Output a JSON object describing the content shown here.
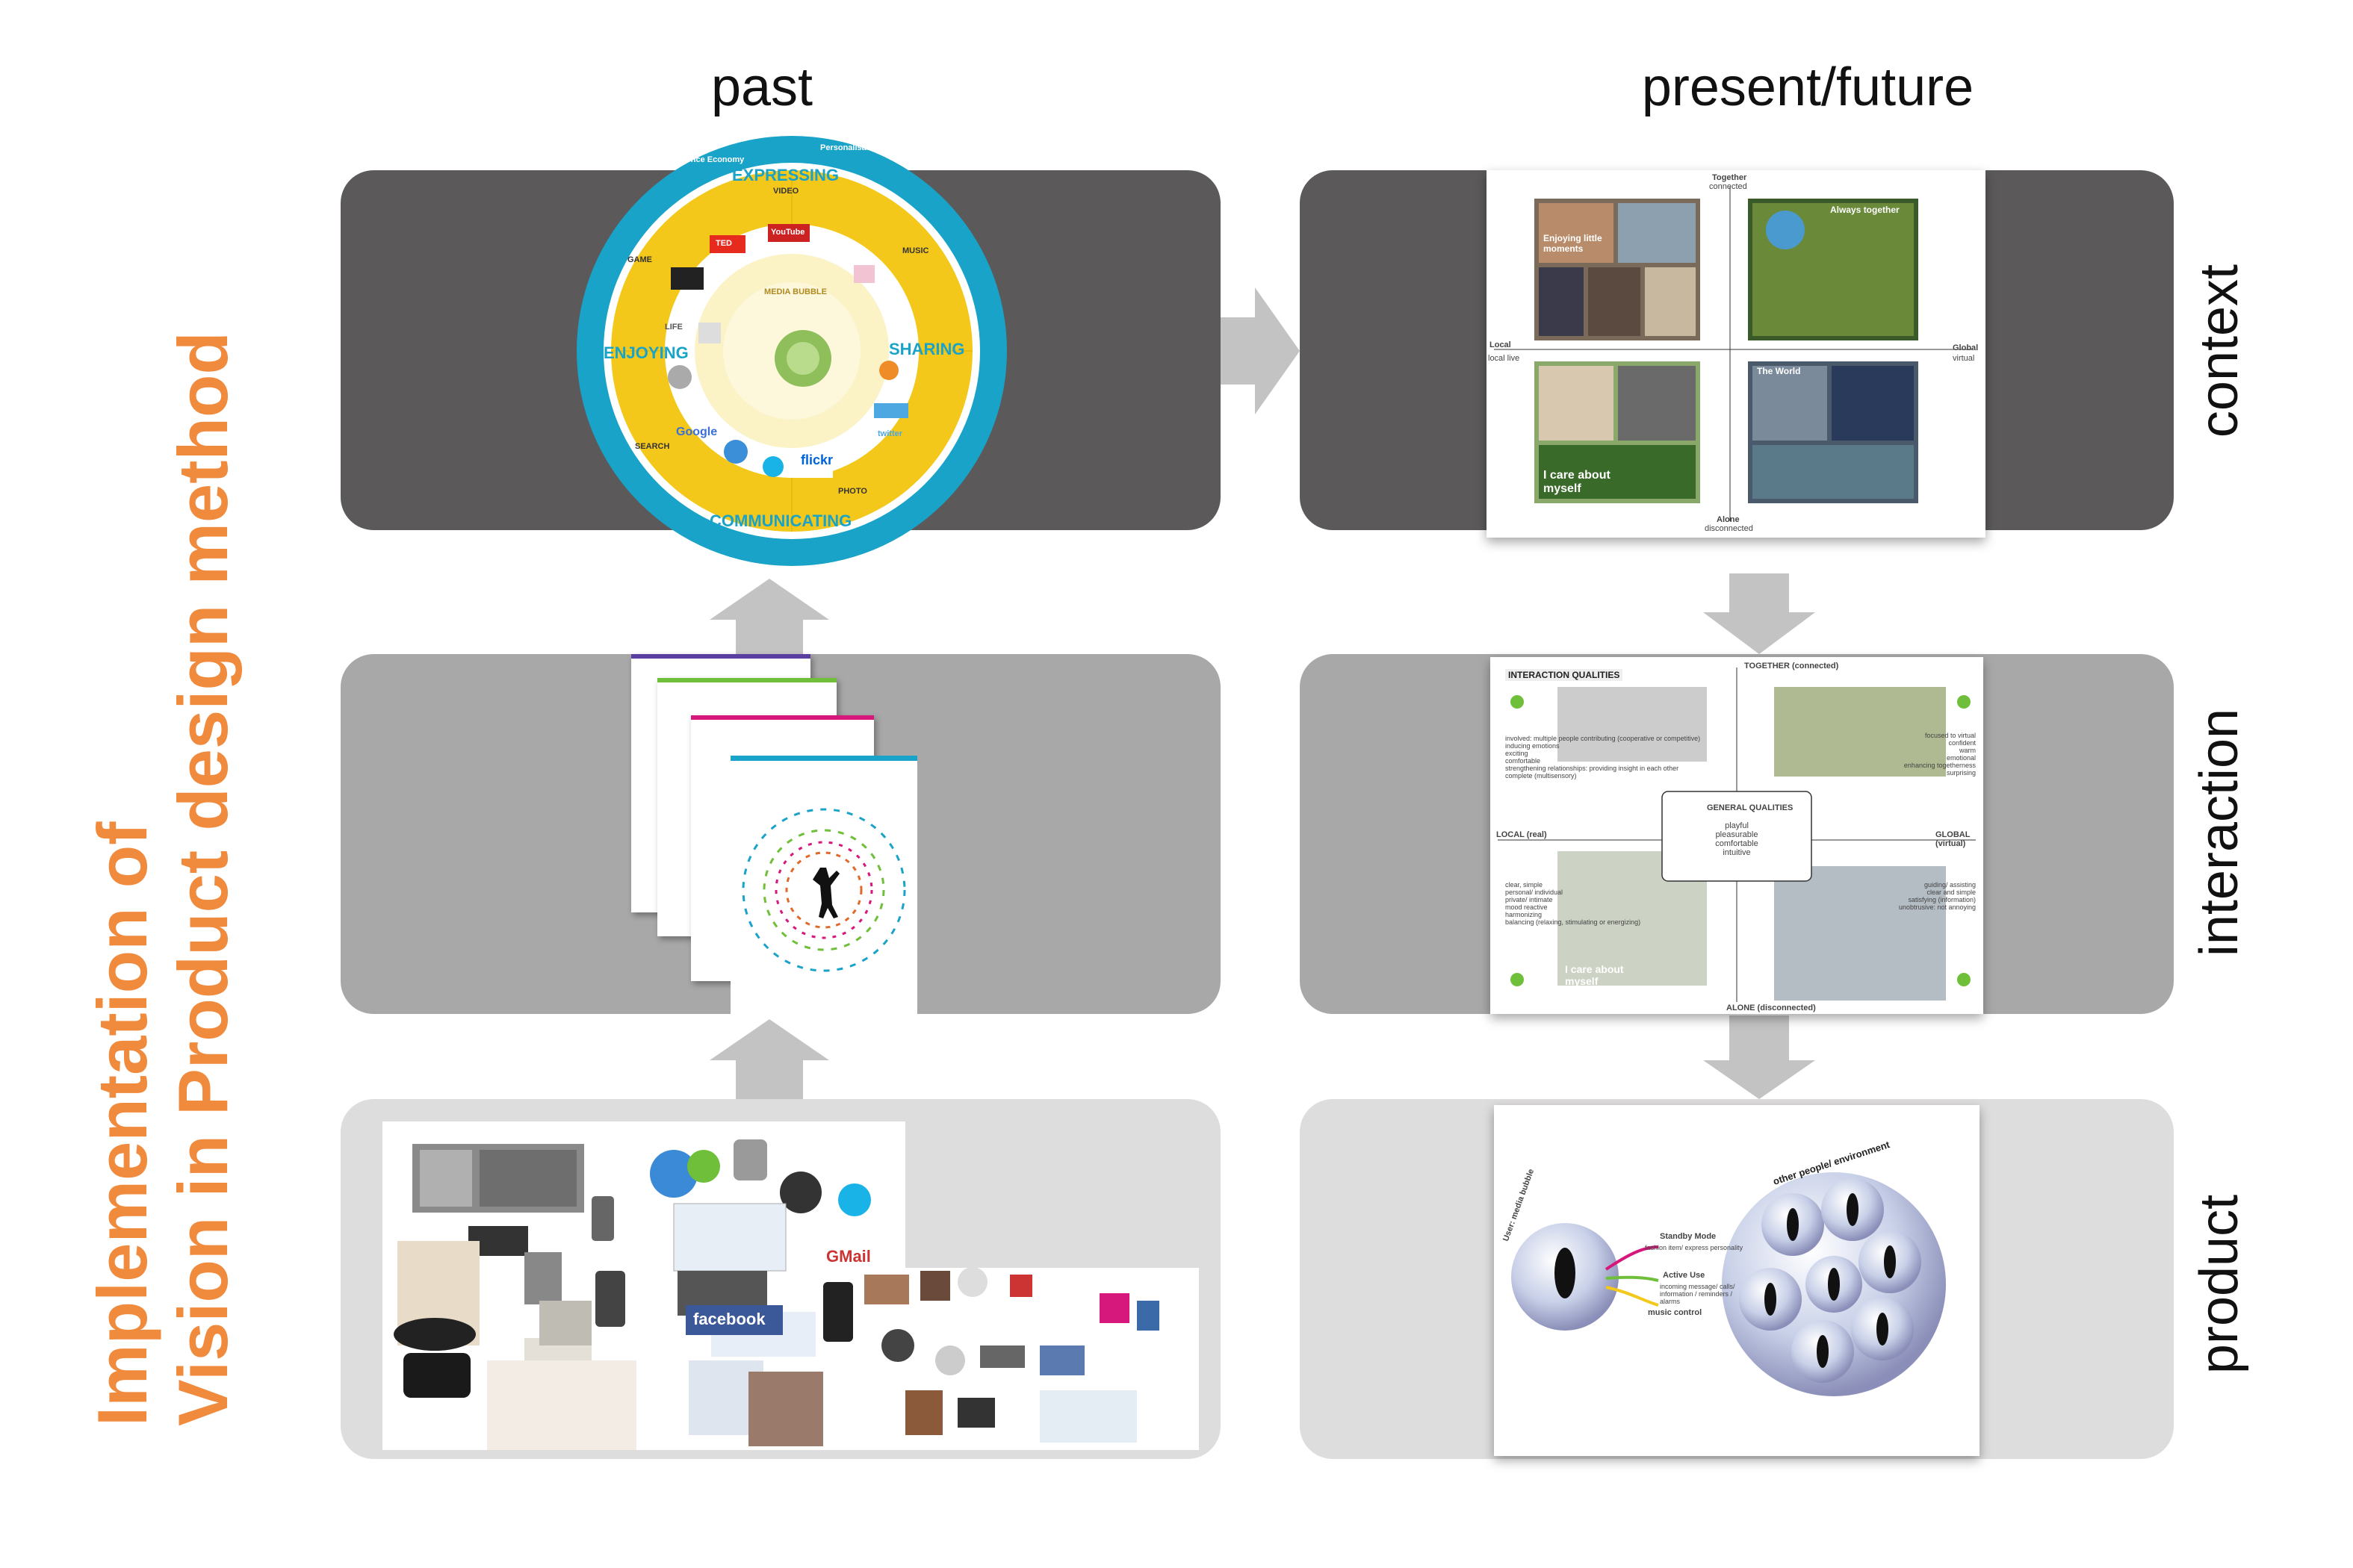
{
  "title": {
    "line1": "Implementation of",
    "line2": "Vision in Product design method"
  },
  "columns": {
    "past": "past",
    "present": "present/future"
  },
  "rows": {
    "context": "context",
    "interaction": "interaction",
    "product": "product"
  },
  "wheel": {
    "expressing": "EXPRESSING",
    "enjoying": "ENJOYING",
    "sharing": "SHARING",
    "communicating": "COMMUNICATING",
    "center": "MEDIA BUBBLE",
    "ring_items": [
      "VIDEO",
      "MUSIC",
      "GAME",
      "PHOTO",
      "SEARCH",
      "Personalisation",
      "Experience Economy"
    ],
    "brands": [
      "TED",
      "YouTube",
      "Google",
      "flickr",
      "twitter",
      "LIFE"
    ]
  },
  "context_card": {
    "top": "Together",
    "top_sub": "connected",
    "bottom": "Alone",
    "bottom_sub": "disconnected",
    "left": "Local",
    "left_sub": "local live",
    "right": "Global",
    "right_sub": "virtual",
    "q1": "Enjoying little moments",
    "q2": "Always together",
    "q3": "I care about myself",
    "q4": "The World"
  },
  "interaction_card": {
    "heading": "INTERACTION QUALITIES",
    "top": "TOGETHER (connected)",
    "bottom": "ALONE (disconnected)",
    "left": "LOCAL (real)",
    "right": "GLOBAL (virtual)",
    "center_title": "GENERAL QUALITIES",
    "center_items": [
      "playful",
      "pleasurable",
      "comfortable",
      "intuitive"
    ],
    "q1_items": [
      "involved: multiple people contributing (cooperative or competitive)",
      "inducing emotions",
      "exciting",
      "comfortable",
      "strengthening relationships: providing insight in each other",
      "complete (multisensory)"
    ],
    "q2_items": [
      "focused to virtual",
      "confident",
      "warm",
      "emotional",
      "enhancing togetherness",
      "surprising"
    ],
    "q3_items": [
      "clear, simple",
      "personal/ individual",
      "private/ intimate",
      "mood reactive",
      "harmonizing",
      "balancing (relaxing, stimulating or energizing)"
    ],
    "q4_items": [
      "guiding/ assisting",
      "clear and simple",
      "satisfying (information)",
      "unobtrusive: not annoying"
    ],
    "q3_quote": "I care about myself"
  },
  "product_card": {
    "bubble_label": "User: media bubble",
    "env_label": "other people/ environment",
    "standby": "Standby Mode",
    "standby_sub": "fashion item/ express personality",
    "active": "Active Use",
    "active_sub": "incoming message/ calls/ information / reminders / alarms",
    "music": "music control"
  },
  "collage": {
    "facebook": "facebook",
    "gmail": "GMail"
  },
  "colors": {
    "title_orange": "#f08a3c",
    "panel_dark": "#5b5959",
    "panel_mid": "#a9a8a8",
    "panel_light": "#dedddd",
    "wheel_blue": "#1aa3c8",
    "wheel_yellow": "#f3c81a",
    "quality_pink": "#d6177c"
  }
}
